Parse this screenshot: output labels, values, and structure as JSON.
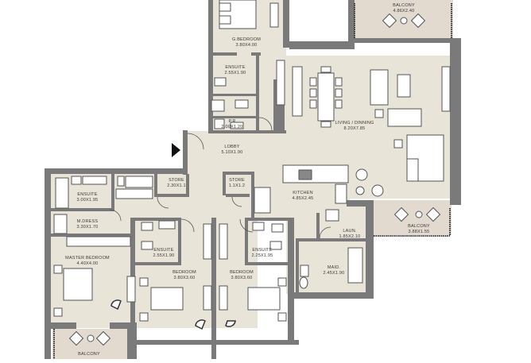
{
  "plan": {
    "title": "Apartment Floor Plan",
    "colors": {
      "floor": "#e9e4d8",
      "wall": "#7a7a7a",
      "wall_dark": "#6b6b6b",
      "balcony": "#e2d9cf",
      "fixture": "#ffffff",
      "outline": "#555555"
    },
    "entry_icon": "entry-arrow-icon",
    "rooms": [
      {
        "id": "g-bedroom",
        "name": "G.BEDROOM",
        "dim": "3.80X4.00"
      },
      {
        "id": "ensuite-g",
        "name": "ENSUITE",
        "dim": "2.55X1.90"
      },
      {
        "id": "powder-room",
        "name": "P.R",
        "dim": "2.00X1.20"
      },
      {
        "id": "balcony-top",
        "name": "BALCONY",
        "dim": "4.86X2.40"
      },
      {
        "id": "living-dining",
        "name": "LIVING / DINNING",
        "dim": "8.20X7.85"
      },
      {
        "id": "lobby",
        "name": "LOBBY",
        "dim": "5.10X1.90"
      },
      {
        "id": "store-1",
        "name": "STORE",
        "dim": "2.30X1.1"
      },
      {
        "id": "store-2",
        "name": "STORE",
        "dim": "1.1X1.2"
      },
      {
        "id": "kitchen",
        "name": "KITCHEN",
        "dim": "4.85X2.45"
      },
      {
        "id": "balcony-right",
        "name": "BALCONY",
        "dim": "3.88X1.55"
      },
      {
        "id": "ensuite-master",
        "name": "ENSUITE",
        "dim": "3.00X1.95"
      },
      {
        "id": "m-dress",
        "name": "M.DRESS",
        "dim": "3.30X1.70"
      },
      {
        "id": "master-bedroom",
        "name": "MASTER BEDROOM",
        "dim": "4.40X4.00"
      },
      {
        "id": "ensuite-b2",
        "name": "ENSUITE",
        "dim": "2.55X1.90"
      },
      {
        "id": "bedroom-2",
        "name": "BEDROOM",
        "dim": "3.80X3.60"
      },
      {
        "id": "bedroom-3",
        "name": "BEDROOM",
        "dim": "3.80X3.60"
      },
      {
        "id": "ensuite-b3",
        "name": "ENSUITE",
        "dim": "2.25X1.95"
      },
      {
        "id": "laundry",
        "name": "LAUN.",
        "dim": "1.85X2.10"
      },
      {
        "id": "maid",
        "name": "MAID.",
        "dim": "2.45X1.90"
      },
      {
        "id": "balcony-bottom",
        "name": "BALCONY",
        "dim": ""
      }
    ]
  }
}
